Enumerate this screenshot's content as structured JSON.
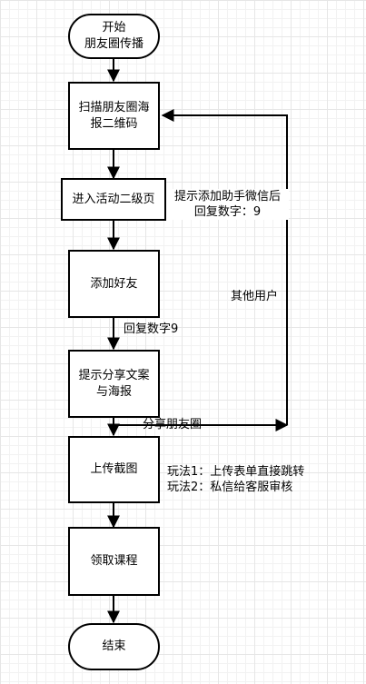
{
  "nodes": {
    "start": "开始\n朋友圈传播",
    "scan": "扫描朋友圈海\n报二维码",
    "enter": "进入活动二级页",
    "add_friend": "添加好友",
    "share": "提示分享文案\n与海报",
    "upload": "上传截图",
    "receive": "领取课程",
    "end": "结束"
  },
  "labels": {
    "prompt_add": "提示添加助手微信后\n回复数字：9",
    "reply": "回复数字9",
    "other_users": "其他用户",
    "share_moments": "分享朋友圈",
    "play_methods": "玩法1：上传表单直接跳转\n玩法2：私信给客服审核"
  },
  "colors": {
    "line": "#000000",
    "node_fill": "#ffffff",
    "grid": "#e6e6e6"
  }
}
